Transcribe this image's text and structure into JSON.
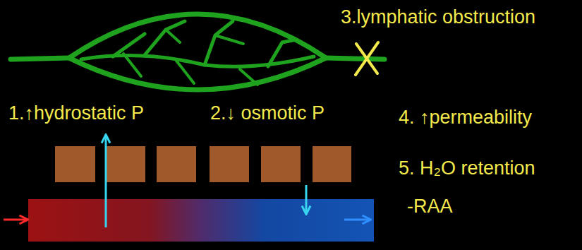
{
  "diagram": {
    "labels": [
      "3.lymphatic obstruction",
      "1.↑hydrostatic P",
      "2.↓ osmotic P",
      "4. ↑permeability",
      "5. H₂O retention",
      "-RAA"
    ]
  }
}
